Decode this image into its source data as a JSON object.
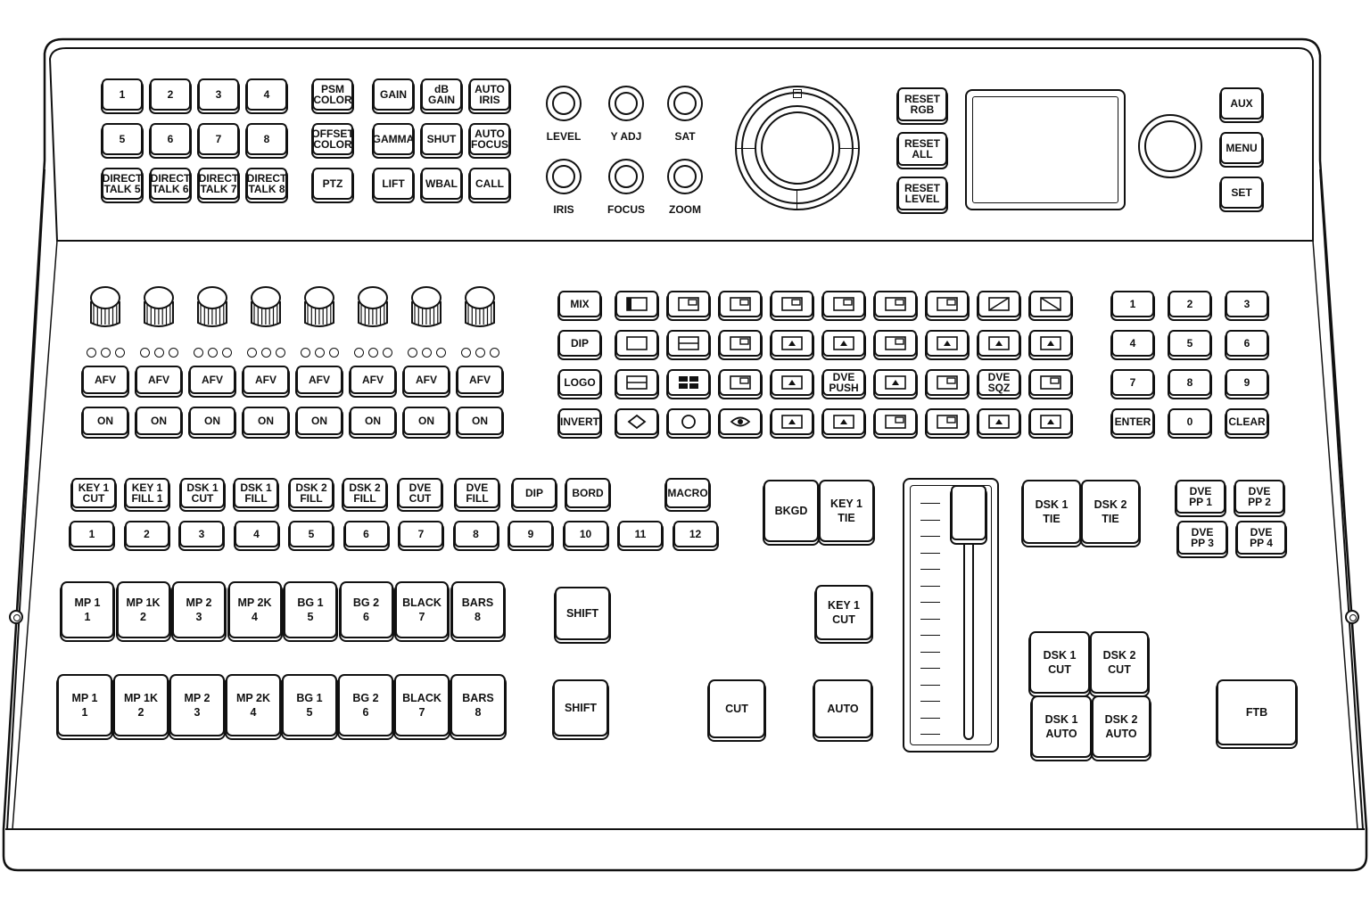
{
  "camera_buttons": [
    "1",
    "2",
    "3",
    "4",
    "5",
    "6",
    "7",
    "8",
    "DIRECT\nTALK 5",
    "DIRECT\nTALK 6",
    "DIRECT\nTALK 7",
    "DIRECT\nTALK 8"
  ],
  "color_buttons": [
    "PSM\nCOLOR",
    "OFFSET\nCOLOR",
    "PTZ"
  ],
  "iris_buttons": [
    "GAIN",
    "dB\nGAIN",
    "AUTO\nIRIS",
    "GAMMA",
    "SHUT",
    "AUTO\nFOCUS",
    "LIFT",
    "WBAL",
    "CALL"
  ],
  "knob_labels": [
    "LEVEL",
    "Y ADJ",
    "SAT",
    "IRIS",
    "FOCUS",
    "ZOOM"
  ],
  "reset_buttons": [
    "RESET\nRGB",
    "RESET\nALL",
    "RESET\nLEVEL"
  ],
  "menu_buttons": [
    "AUX",
    "MENU",
    "SET"
  ],
  "audio": {
    "afv_label": "AFV",
    "on_label": "ON",
    "channels": 8
  },
  "transition_rows": [
    "MIX",
    "DIP",
    "LOGO",
    "INVERT"
  ],
  "transition_text_buttons": [
    "DVE\nPUSH",
    "DVE\nSQZ"
  ],
  "keypad": [
    "1",
    "2",
    "3",
    "4",
    "5",
    "6",
    "7",
    "8",
    "9",
    "ENTER",
    "0",
    "CLEAR"
  ],
  "keyer_buttons": [
    "KEY 1\nCUT",
    "KEY 1\nFILL 1",
    "DSK 1\nCUT",
    "DSK 1\nFILL",
    "DSK 2\nFILL",
    "DSK 2\nFILL",
    "DVE\nCUT",
    "DVE\nFILL",
    "DIP",
    "BORD",
    "MACRO"
  ],
  "macro_numbers": [
    "1",
    "2",
    "3",
    "4",
    "5",
    "6",
    "7",
    "8",
    "9",
    "10",
    "11",
    "12"
  ],
  "program_sources": [
    "MP 1\n1",
    "MP 1K\n2",
    "MP 2\n3",
    "MP 2K\n4",
    "BG 1\n5",
    "BG 2\n6",
    "BLACK\n7",
    "BARS\n8"
  ],
  "preview_sources": [
    "MP 1\n1",
    "MP 1K\n2",
    "MP 2\n3",
    "MP 2K\n4",
    "BG 1\n5",
    "BG 2\n6",
    "BLACK\n7",
    "BARS\n8"
  ],
  "shift_label": "SHIFT",
  "transition_controls": {
    "bkgd": "BKGD",
    "key1_tie": "KEY 1\nTIE",
    "key1_cut": "KEY 1\nCUT",
    "cut": "CUT",
    "auto": "AUTO"
  },
  "dsk_controls": [
    "DSK 1\nTIE",
    "DSK 2\nTIE",
    "DSK 1\nCUT",
    "DSK 2\nCUT",
    "DSK 1\nAUTO",
    "DSK 2\nAUTO"
  ],
  "dve_pp": [
    "DVE\nPP 1",
    "DVE\nPP 2",
    "DVE\nPP 3",
    "DVE\nPP 4"
  ],
  "ftb_label": "FTB",
  "tbar": {
    "position": 0.0
  },
  "lcd": {
    "text": ""
  },
  "wipe_icons": [
    "wipe-left-bar",
    "wipe-bottom-center",
    "wipe-bottom-center-2",
    "wipe-top-right-box",
    "wipe-right-box",
    "wipe-top-bracket",
    "wipe-top-right-small",
    "wipe-diagonal-up",
    "wipe-diagonal-down",
    "wipe-plain",
    "wipe-horizontal-band",
    "wipe-center-box",
    "wipe-corner-arrow",
    "wipe-bottom-arrow",
    "wipe-corner-bracket",
    "wipe-top-right-arrow",
    "wipe-center-arrow",
    "wipe-side-arrow",
    "wipe-horizontal-split",
    "wipe-quad",
    "wipe-inner-box",
    "wipe-right-arrow",
    "dve-push",
    "wipe-left-arrow",
    "wipe-corner-fold",
    "dve-sqz",
    "wipe-side-split",
    "diamond-icon",
    "circle-icon",
    "eye-icon",
    "wipe-diag-arrow",
    "wipe-down-arrow",
    "wipe-corner-out",
    "wipe-corner-fold-2",
    "wipe-drop-arrow",
    "wipe-nw-arrow"
  ]
}
